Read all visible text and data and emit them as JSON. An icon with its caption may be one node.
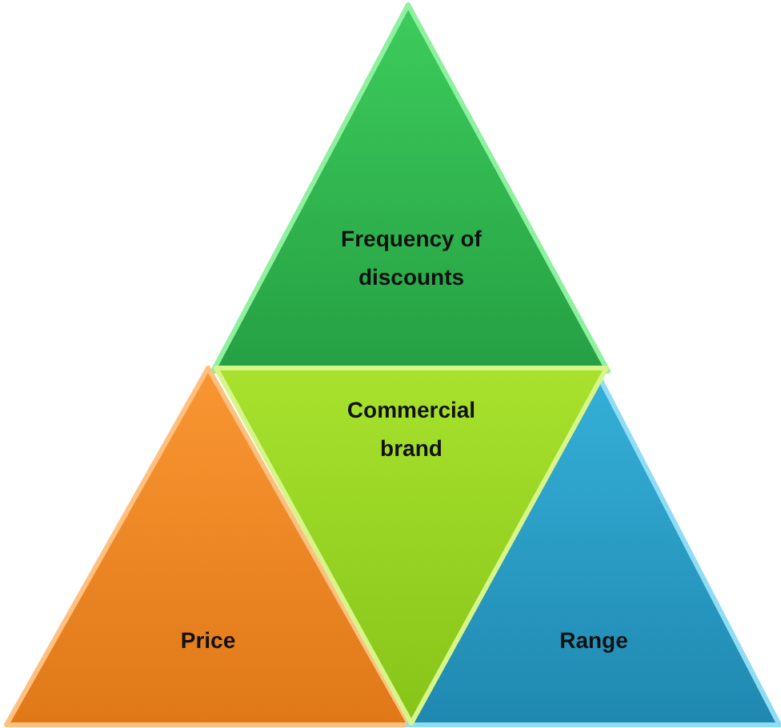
{
  "diagram": {
    "nodes": [
      {
        "text": [
          "Frequency of discounts"
        ]
      },
      {
        "text": [
          "Commercial brand"
        ]
      },
      {
        "text": [
          "Price"
        ]
      },
      {
        "text": [
          "Range"
        ]
      }
    ]
  }
}
